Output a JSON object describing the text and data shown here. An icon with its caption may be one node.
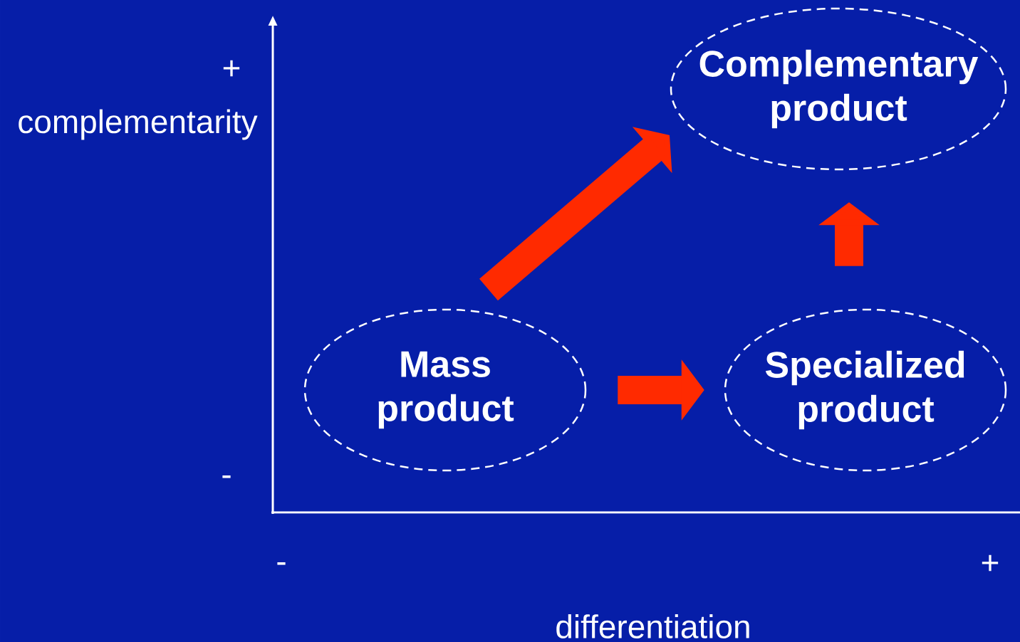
{
  "diagram": {
    "nodes": [
      {
        "text": [
          "Complementary product"
        ]
      },
      {
        "text": [
          "Mass product"
        ]
      },
      {
        "text": [
          "Specialized product"
        ]
      }
    ],
    "edges": [
      {
        "from": 1,
        "to": 0,
        "arrow": "to"
      },
      {
        "from": 1,
        "to": 2,
        "arrow": "to"
      },
      {
        "from": 2,
        "to": 0,
        "arrow": "to"
      }
    ],
    "labels": [
      "+",
      "complementarity",
      "-",
      "-",
      "+",
      "differentiation"
    ]
  }
}
